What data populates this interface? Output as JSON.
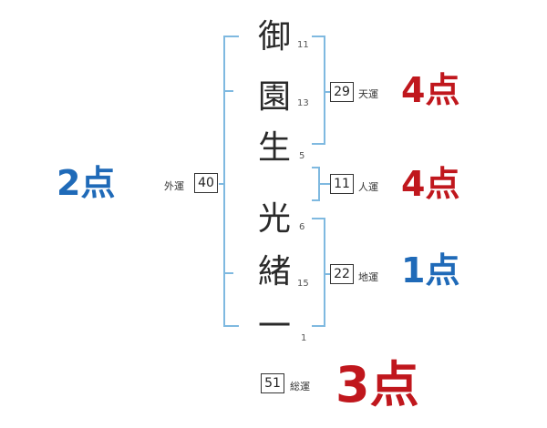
{
  "name_chars": [
    {
      "char": "御",
      "strokes": "11"
    },
    {
      "char": "園",
      "strokes": "13"
    },
    {
      "char": "生",
      "strokes": "5"
    },
    {
      "char": "光",
      "strokes": "6"
    },
    {
      "char": "緒",
      "strokes": "15"
    },
    {
      "char": "一",
      "strokes": "1"
    }
  ],
  "fortunes": {
    "tenkaku": {
      "label": "天運",
      "value": "29",
      "score": "4点"
    },
    "jinkaku": {
      "label": "人運",
      "value": "11",
      "score": "4点"
    },
    "chikaku": {
      "label": "地運",
      "value": "22",
      "score": "1点"
    },
    "gaikaku": {
      "label": "外運",
      "value": "40",
      "score": "2点"
    },
    "soukaku": {
      "label": "総運",
      "value": "51",
      "score": "3点"
    }
  },
  "colors": {
    "bracket": "#7fb9e0",
    "score_red": "#c0171d",
    "score_blue": "#1f6ab8",
    "box_border": "#333333"
  }
}
